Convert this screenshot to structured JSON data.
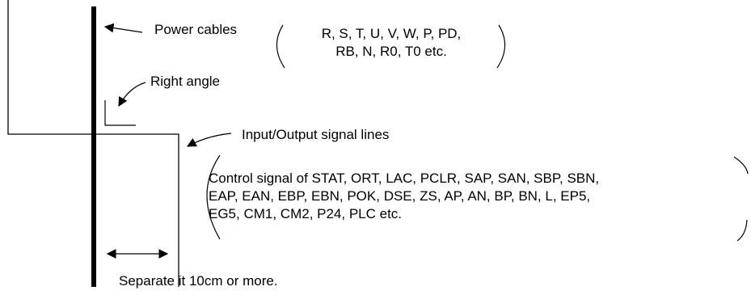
{
  "diagram": {
    "power_cables_label": "Power cables",
    "power_cables_list": [
      "R, S, T, U, V, W, P, PD,",
      "RB, N, R0, T0 etc."
    ],
    "right_angle_label": "Right angle",
    "io_lines_label": "Input/Output signal lines",
    "io_signals_list": [
      "Control signal of STAT, ORT, LAC, PCLR, SAP, SAN, SBP, SBN,",
      "EAP, EAN, EBP, EBN, POK, DSE, ZS, AP, AN, BP, BN, L, EP5,",
      "EG5, CM1, CM2, P24, PLC etc."
    ],
    "separation_note": "Separate it 10cm or more."
  }
}
